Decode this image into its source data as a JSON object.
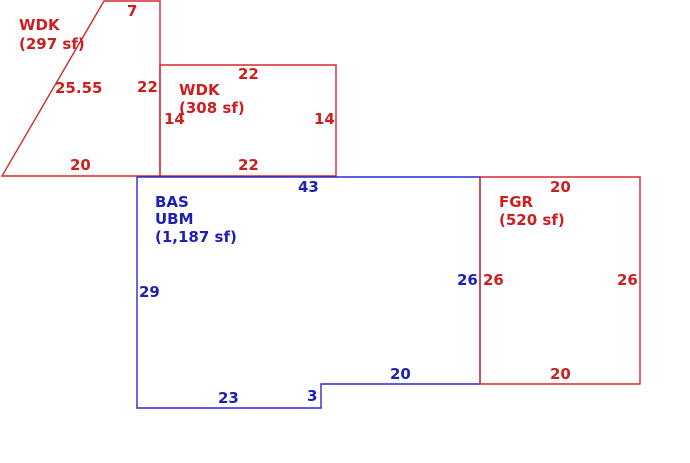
{
  "colors": {
    "red": "#cc1f1f",
    "blue": "#1f1fb8"
  },
  "areas": {
    "wdk_left": {
      "code": "WDK",
      "area": "(297 sf)",
      "dims": {
        "top": "7",
        "right": "22",
        "slant": "25.55",
        "bottom": "20"
      }
    },
    "wdk_right": {
      "code": "WDK",
      "area": "(308 sf)",
      "dims": {
        "top": "22",
        "left": "14",
        "right": "14",
        "bottom": "22"
      }
    },
    "bas": {
      "code": "BAS",
      "code2": "UBM",
      "area": "(1,187 sf)",
      "dims": {
        "top": "43",
        "left": "29",
        "right": "26",
        "bottom_right": "20",
        "step": "3",
        "bottom_left": "23"
      }
    },
    "fgr": {
      "code": "FGR",
      "area": "(520 sf)",
      "dims": {
        "top": "20",
        "left": "26",
        "right": "26",
        "bottom": "20"
      }
    }
  }
}
